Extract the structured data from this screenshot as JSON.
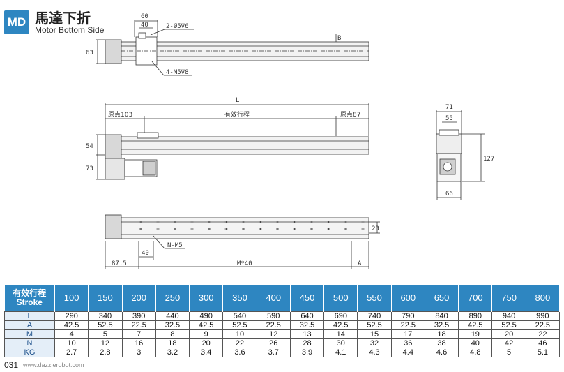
{
  "header": {
    "badge": "MD",
    "title_cn": "馬達下折",
    "title_en": "Motor Bottom Side"
  },
  "top_view": {
    "dim_60": "60",
    "dim_40": "40",
    "hole_note": "2-Ø5∇6",
    "dim_63": "63",
    "thread_note": "4-M5∇8",
    "label_B": "B"
  },
  "side_view": {
    "dim_L": "L",
    "origin_left": "原点103",
    "effective_stroke": "有效行程",
    "origin_right": "原点87",
    "dim_54": "54",
    "dim_73": "73"
  },
  "end_view": {
    "dim_71": "71",
    "dim_55": "55",
    "dim_127": "127",
    "dim_66": "66"
  },
  "bottom_view": {
    "dim_23": "23",
    "thread_note": "N-M5",
    "dim_40": "40",
    "dim_87_5": "87.5",
    "dim_M40": "M*40",
    "dim_A": "A"
  },
  "table": {
    "header_cn": "有效行程",
    "header_en": "Stroke",
    "strokes": [
      "100",
      "150",
      "200",
      "250",
      "300",
      "350",
      "400",
      "450",
      "500",
      "550",
      "600",
      "650",
      "700",
      "750",
      "800"
    ],
    "rows": [
      {
        "label": "L",
        "values": [
          "290",
          "340",
          "390",
          "440",
          "490",
          "540",
          "590",
          "640",
          "690",
          "740",
          "790",
          "840",
          "890",
          "940",
          "990"
        ]
      },
      {
        "label": "A",
        "values": [
          "42.5",
          "52.5",
          "22.5",
          "32.5",
          "42.5",
          "52.5",
          "22.5",
          "32.5",
          "42.5",
          "52.5",
          "22.5",
          "32.5",
          "42.5",
          "52.5",
          "22.5"
        ]
      },
      {
        "label": "M",
        "values": [
          "4",
          "5",
          "7",
          "8",
          "9",
          "10",
          "12",
          "13",
          "14",
          "15",
          "17",
          "18",
          "19",
          "20",
          "22"
        ]
      },
      {
        "label": "N",
        "values": [
          "10",
          "12",
          "16",
          "18",
          "20",
          "22",
          "26",
          "28",
          "30",
          "32",
          "36",
          "38",
          "40",
          "42",
          "46"
        ]
      },
      {
        "label": "KG",
        "values": [
          "2.7",
          "2.8",
          "3",
          "3.2",
          "3.4",
          "3.6",
          "3.7",
          "3.9",
          "4.1",
          "4.3",
          "4.4",
          "4.6",
          "4.8",
          "5",
          "5.1"
        ]
      }
    ]
  },
  "footer": {
    "page_number": "031",
    "website": "www.dazzlerobot.com"
  },
  "colors": {
    "accent": "#2e86c1",
    "row_label_bg": "#e4eef8"
  }
}
